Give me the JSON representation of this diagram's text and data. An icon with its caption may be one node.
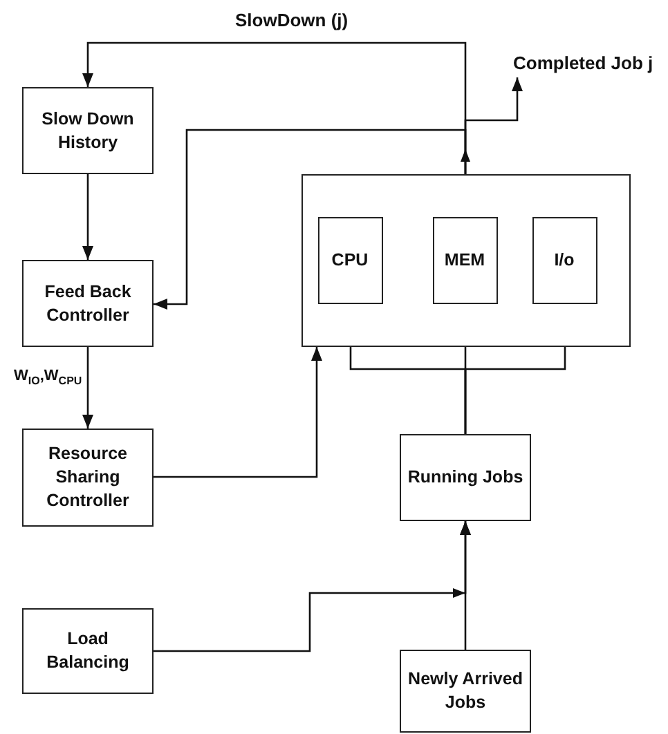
{
  "diagram": {
    "nodes": [
      {
        "text": [
          "Slow Down History"
        ]
      },
      {
        "text": [
          "Feed Back Controller"
        ]
      },
      {
        "text": [
          "Resource Sharing Controller"
        ]
      },
      {
        "text": [
          "Load Balancing"
        ]
      },
      {
        "text": [],
        "shape": "box"
      },
      {
        "text": [
          "CPU"
        ],
        "in": 4
      },
      {
        "text": [
          "MEM"
        ],
        "in": 4
      },
      {
        "text": [
          "I/o"
        ],
        "in": 4
      },
      {
        "text": [
          "Completed Job j"
        ]
      },
      {
        "text": [
          "Running Jobs"
        ]
      },
      {
        "text": [
          "Newly Arrived Jobs"
        ]
      }
    ],
    "edges": [
      {
        "from": 6,
        "to": 0,
        "arrow": "to",
        "label": "SlowDown (j)"
      },
      {
        "from": 6,
        "to": 8,
        "arrow": "to"
      },
      {
        "from": 6,
        "to": 1,
        "arrow": "to"
      },
      {
        "from": 0,
        "to": 1,
        "arrow": "to"
      },
      {
        "from": 1,
        "to": 2,
        "arrow": "to",
        "label": "W$_{IO}$,W$_{CPU}$"
      },
      {
        "from": 2,
        "to": 4,
        "arrow": "to"
      },
      {
        "from": 9,
        "to": 5,
        "arrow": "to"
      },
      {
        "from": 9,
        "to": 6,
        "arrow": "to"
      },
      {
        "from": 9,
        "to": 7,
        "arrow": "to"
      },
      {
        "from": 3,
        "to": 9,
        "arrow": "to"
      },
      {
        "from": 10,
        "to": 9,
        "arrow": "to"
      }
    ]
  }
}
